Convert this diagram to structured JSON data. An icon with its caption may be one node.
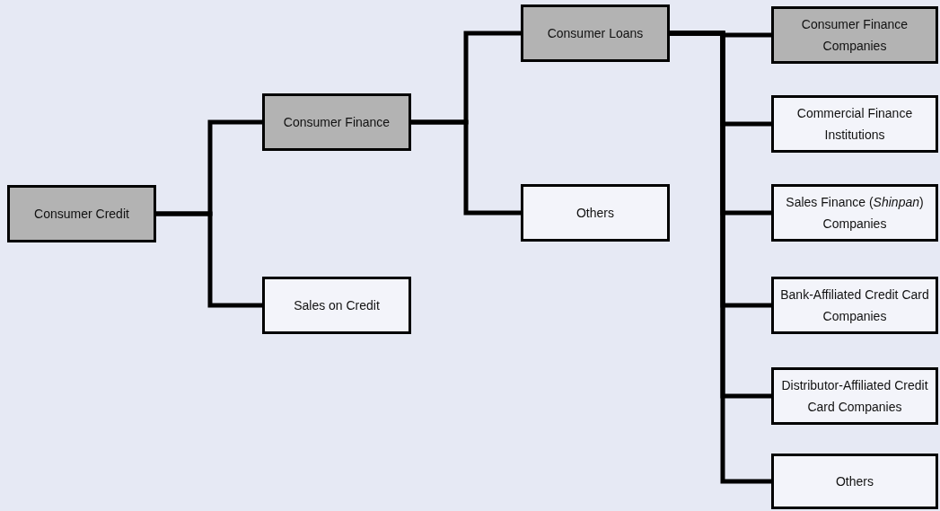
{
  "diagram": {
    "nodes": [
      {
        "text": [
          "Consumer Credit"
        ]
      },
      {
        "text": [
          "Consumer Finance"
        ]
      },
      {
        "text": [
          "Sales on Credit"
        ]
      },
      {
        "text": [
          "Consumer Loans"
        ]
      },
      {
        "text": [
          "Others"
        ]
      },
      {
        "text": [
          "Consumer Finance Companies"
        ]
      },
      {
        "text": [
          "Commercial Finance Institutions"
        ]
      },
      {
        "text": [
          "Sales Finance (*Shinpan*) Companies"
        ]
      },
      {
        "text": [
          "Bank-Affiliated Credit Card Companies"
        ]
      },
      {
        "text": [
          "Distributor-Affiliated Credit Card Companies"
        ]
      },
      {
        "text": [
          "Others"
        ]
      }
    ],
    "edges": [
      {
        "from": 0,
        "to": 1,
        "arrow": "none"
      },
      {
        "from": 0,
        "to": 2,
        "arrow": "none"
      },
      {
        "from": 1,
        "to": 3,
        "arrow": "none"
      },
      {
        "from": 1,
        "to": 4,
        "arrow": "none"
      },
      {
        "from": 3,
        "to": 5,
        "arrow": "none"
      },
      {
        "from": 3,
        "to": 6,
        "arrow": "none"
      },
      {
        "from": 3,
        "to": 7,
        "arrow": "none"
      },
      {
        "from": 3,
        "to": 8,
        "arrow": "none"
      },
      {
        "from": 3,
        "to": 9,
        "arrow": "none"
      },
      {
        "from": 3,
        "to": 10,
        "arrow": "none"
      }
    ]
  }
}
